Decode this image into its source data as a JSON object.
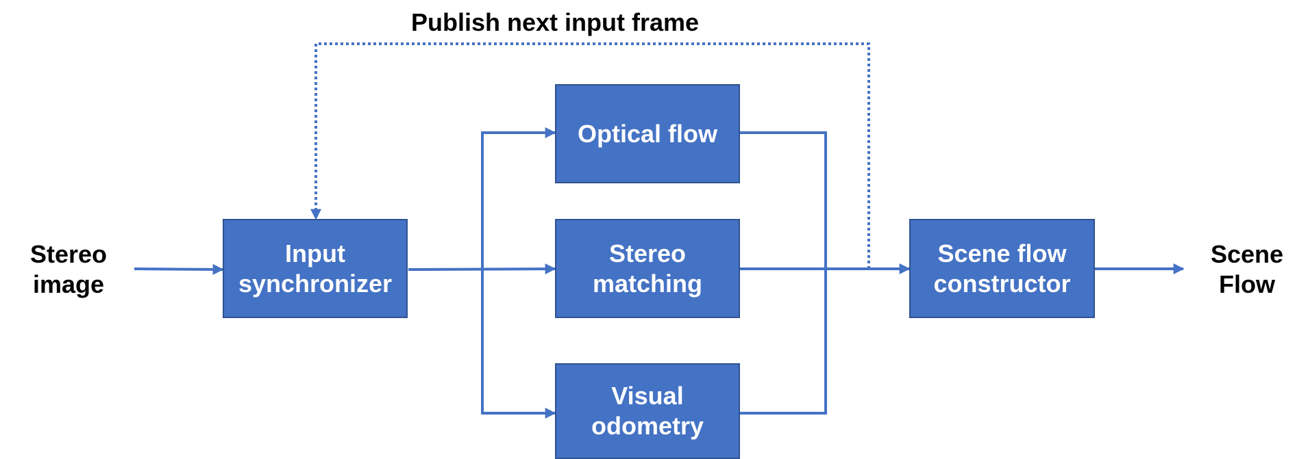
{
  "colors": {
    "box_fill": "#4472C4",
    "box_border": "#2F528F",
    "arrow": "#4472C4",
    "box_text": "#ffffff",
    "label_text": "#000000"
  },
  "input": {
    "line1": "Stereo",
    "line2": "image"
  },
  "output": {
    "line1": "Scene",
    "line2": "Flow"
  },
  "feedback": {
    "label": "Publish next input frame"
  },
  "nodes": {
    "input_synchronizer": {
      "line1": "Input",
      "line2": "synchronizer"
    },
    "optical_flow": {
      "line1": "Optical flow"
    },
    "stereo_matching": {
      "line1": "Stereo",
      "line2": "matching"
    },
    "visual_odometry": {
      "line1": "Visual",
      "line2": "odometry"
    },
    "scene_flow_constructor": {
      "line1": "Scene flow",
      "line2": "constructor"
    }
  }
}
